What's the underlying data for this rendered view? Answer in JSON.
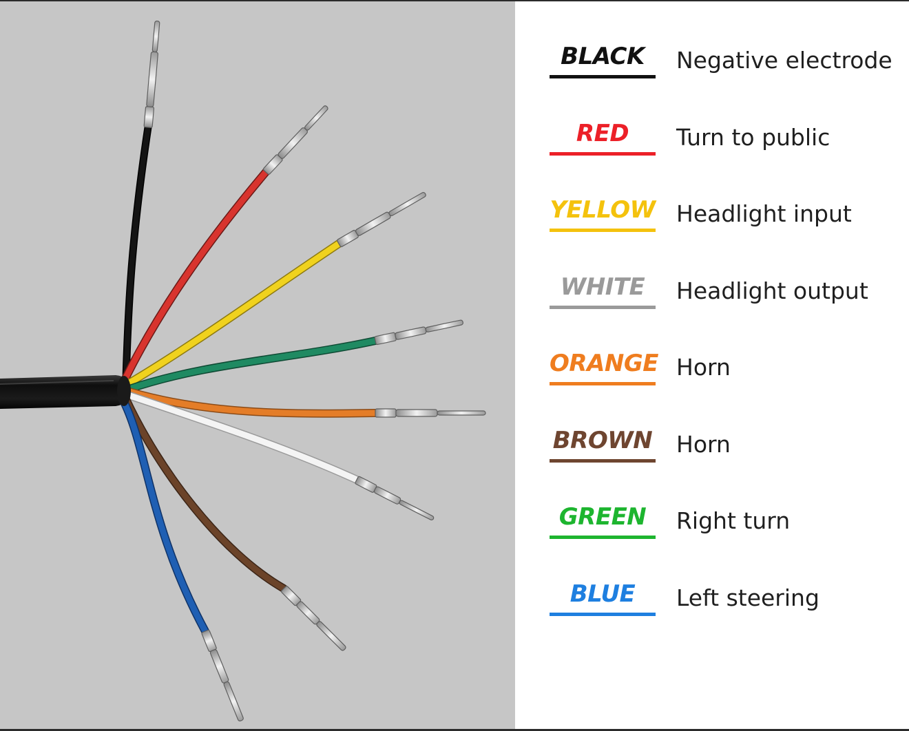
{
  "legend": {
    "items": [
      {
        "color_name": "BLACK",
        "function": "Negative electrode",
        "color": "#111111"
      },
      {
        "color_name": "RED",
        "function": "Turn to public",
        "color": "#ec2028"
      },
      {
        "color_name": "YELLOW",
        "function": "Headlight input",
        "color": "#f4c20d"
      },
      {
        "color_name": "WHITE",
        "function": "Headlight output",
        "color": "#9a9a9a"
      },
      {
        "color_name": "ORANGE",
        "function": "Horn",
        "color": "#ef7d1f"
      },
      {
        "color_name": "BROWN",
        "function": "Horn",
        "color": "#6e4530"
      },
      {
        "color_name": "GREEN",
        "function": "Right turn",
        "color": "#1db52f"
      },
      {
        "color_name": "BLUE",
        "function": "Left steering",
        "color": "#1e7fe0"
      }
    ]
  },
  "photo": {
    "wire_colors": {
      "black": "#141414",
      "red": "#d8342e",
      "yellow": "#f0d21e",
      "green": "#1f8a62",
      "orange": "#e47d28",
      "white": "#f4f4f4",
      "brown": "#6b4329",
      "blue": "#1f5fb3"
    }
  }
}
